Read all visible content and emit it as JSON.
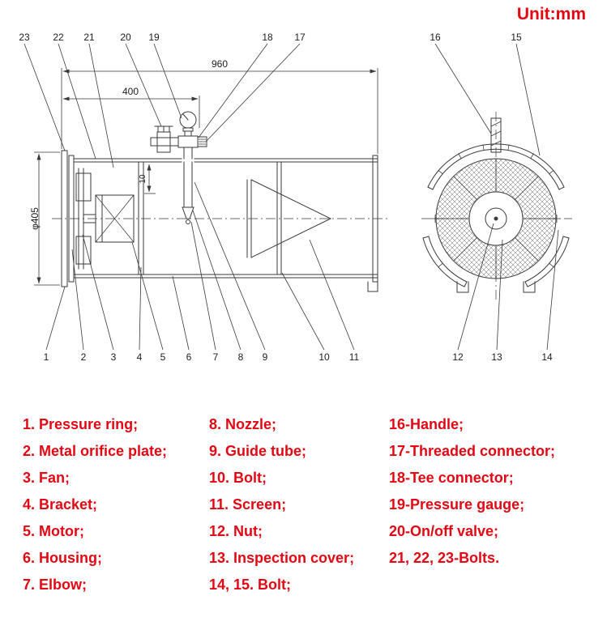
{
  "title": "Unit:mm",
  "colors": {
    "accent": "#e30613",
    "line": "#3a3a3a"
  },
  "drawing": {
    "dim_960": "960",
    "dim_400": "400",
    "dim_10": "10",
    "dim_diameter": "φ405",
    "callouts_top": [
      "23",
      "22",
      "21",
      "20",
      "19",
      "18",
      "17",
      "16",
      "15"
    ],
    "callouts_bottom": [
      "1",
      "2",
      "3",
      "4",
      "5",
      "6",
      "7",
      "8",
      "9",
      "10",
      "11",
      "12",
      "13",
      "14"
    ]
  },
  "legend": {
    "column1": [
      "1. Pressure ring;",
      "2. Metal orifice plate;",
      "3. Fan;",
      "4. Bracket;",
      "5. Motor;",
      "6. Housing;",
      "7. Elbow;"
    ],
    "column2": [
      "8. Nozzle;",
      "9. Guide tube;",
      "10. Bolt;",
      "11. Screen;",
      "12. Nut;",
      "13. Inspection cover;",
      "14, 15. Bolt;"
    ],
    "column3": [
      "16-Handle;",
      "17-Threaded connector;",
      "18-Tee connector;",
      "19-Pressure gauge;",
      "20-On/off valve;",
      "21, 22, 23-Bolts."
    ]
  }
}
